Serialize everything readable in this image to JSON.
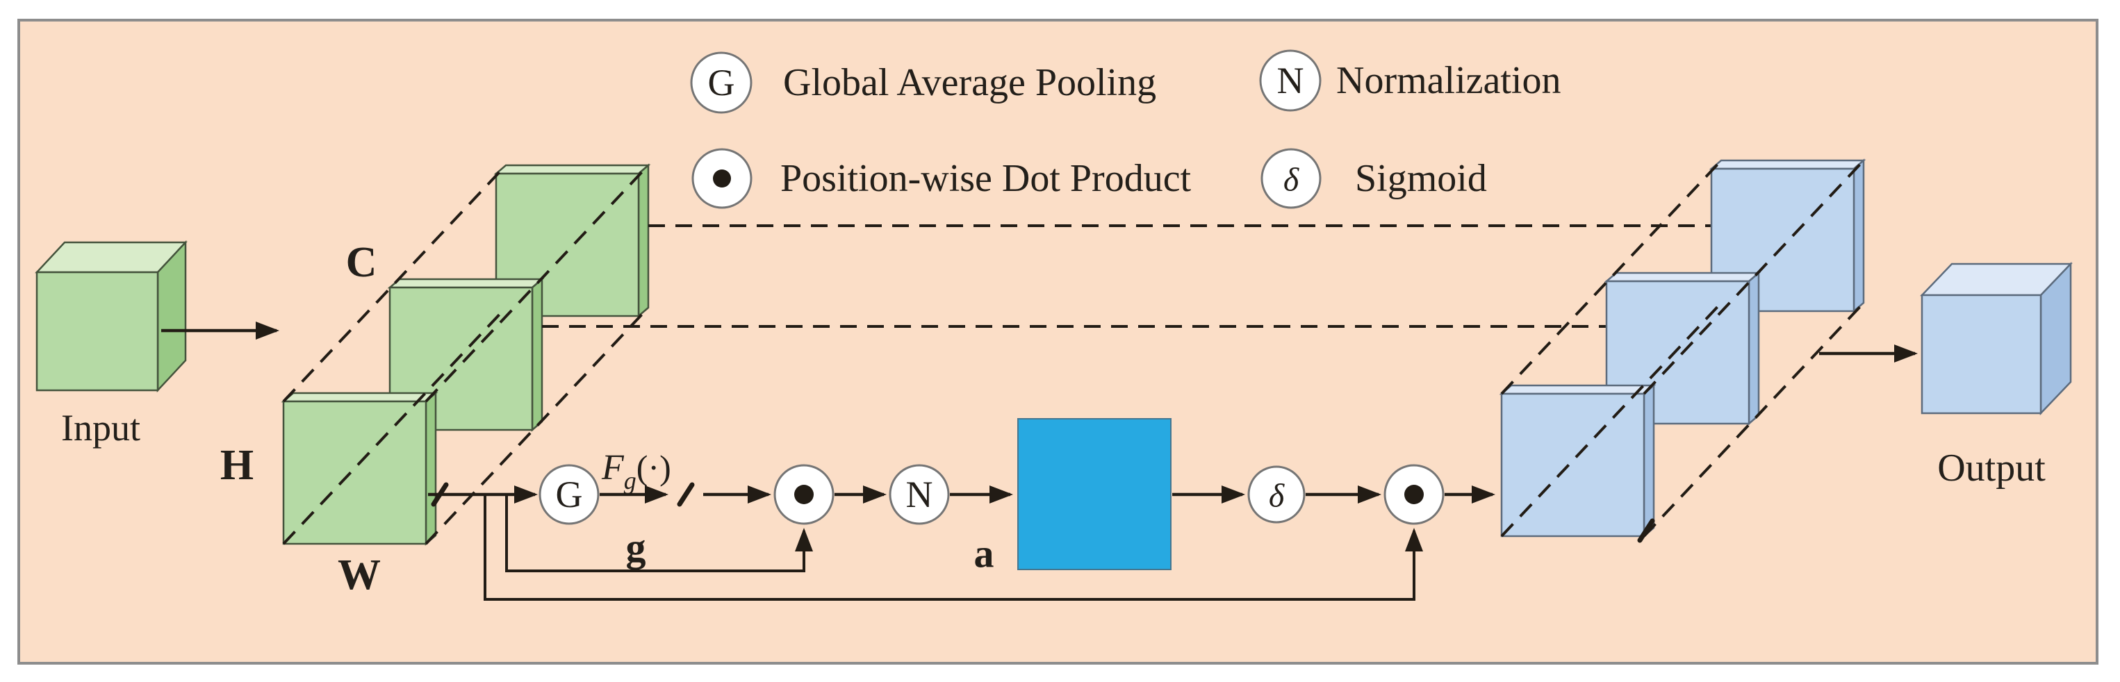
{
  "legend": {
    "items": [
      {
        "symbol": "G",
        "label": "Global Average Pooling"
      },
      {
        "symbol": "●",
        "label": "Position-wise Dot Product"
      },
      {
        "symbol": "N",
        "label": "Normalization"
      },
      {
        "symbol": "δ",
        "label": "Sigmoid"
      }
    ]
  },
  "nodes": {
    "gap": "G",
    "norm": "N",
    "sigmoid": "δ",
    "dot_symbol": "●"
  },
  "labels": {
    "input": "Input",
    "output": "Output",
    "channel_axis": "C",
    "height_axis": "H",
    "width_axis": "W",
    "gap_function_f": "F",
    "gap_function_sub": "g",
    "gap_function_args": "(·)",
    "gap_vector": "g",
    "attention_vector": "a"
  },
  "colors": {
    "bg": "#ffffff",
    "panel": "#fbdec7",
    "frame": "#8d8d8d",
    "line": "#221c15",
    "text": "#231f1a",
    "green-front": "#b5daa5",
    "green-top": "#d9ecca",
    "green-side": "#98c985",
    "green-stroke": "#44533c",
    "blue-front": "#bfd6ef",
    "blue-top": "#dde8f7",
    "blue-side": "#a3c0e2",
    "blue-stroke": "#5c6b7d",
    "accent": "#27a9e1",
    "circle-fill": "#ffffff",
    "circle-stroke": "#757575"
  }
}
